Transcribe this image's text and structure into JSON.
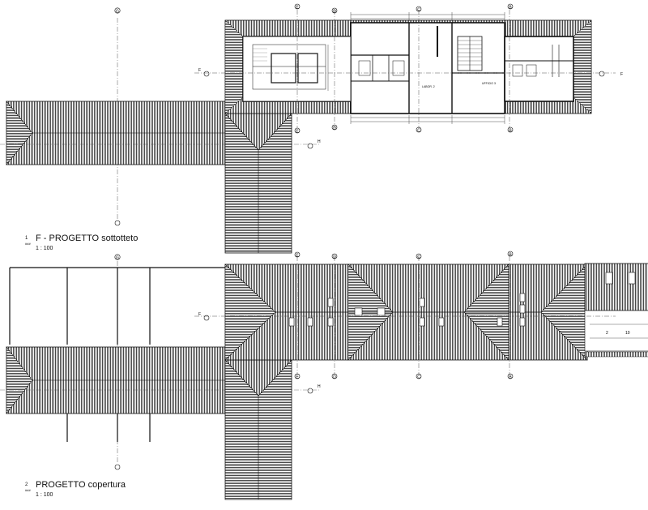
{
  "drawing_1": {
    "number": "1",
    "sheet_ref": "###",
    "title": "F - PROGETTO sottotteto",
    "scale": "1 : 100"
  },
  "drawing_2": {
    "number": "2",
    "sheet_ref": "###",
    "title": "PROGETTO copertura",
    "scale": "1 : 100"
  },
  "grid_labels": {
    "g": "G",
    "e": "E",
    "d": "D",
    "c": "C",
    "b": "B",
    "f": "F",
    "h": "H"
  },
  "room_labels": {
    "large_room": "LABOR. 2",
    "right_room": "UFFICIO 3"
  },
  "annex_numbers": {
    "left": "2",
    "right": "10"
  },
  "colors": {
    "ink": "#111111",
    "hatch": "#333333",
    "paper": "#ffffff"
  }
}
